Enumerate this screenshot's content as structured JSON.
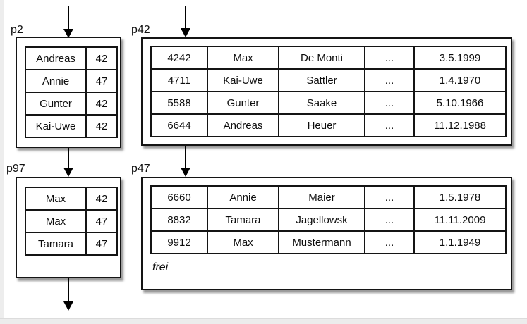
{
  "colors": {
    "background": "#ffffff",
    "line": "#141414",
    "edge_strip": "#ececec"
  },
  "pages": {
    "p2": {
      "label": "p2",
      "rows": [
        [
          "Andreas",
          "42"
        ],
        [
          "Annie",
          "47"
        ],
        [
          "Gunter",
          "42"
        ],
        [
          "Kai-Uwe",
          "42"
        ]
      ]
    },
    "p42": {
      "label": "p42",
      "rows": [
        [
          "4242",
          "Max",
          "De Monti",
          "...",
          "3.5.1999"
        ],
        [
          "4711",
          "Kai-Uwe",
          "Sattler",
          "...",
          "1.4.1970"
        ],
        [
          "5588",
          "Gunter",
          "Saake",
          "...",
          "5.10.1966"
        ],
        [
          "6644",
          "Andreas",
          "Heuer",
          "...",
          "11.12.1988"
        ]
      ]
    },
    "p97": {
      "label": "p97",
      "rows": [
        [
          "Max",
          "42"
        ],
        [
          "Max",
          "47"
        ],
        [
          "Tamara",
          "47"
        ]
      ]
    },
    "p47": {
      "label": "p47",
      "rows": [
        [
          "6660",
          "Annie",
          "Maier",
          "...",
          "1.5.1978"
        ],
        [
          "8832",
          "Tamara",
          "Jagellowsk",
          "...",
          "11.11.2009"
        ],
        [
          "9912",
          "Max",
          "Mustermann",
          "...",
          "1.1.1949"
        ]
      ],
      "free_label": "frei"
    }
  }
}
